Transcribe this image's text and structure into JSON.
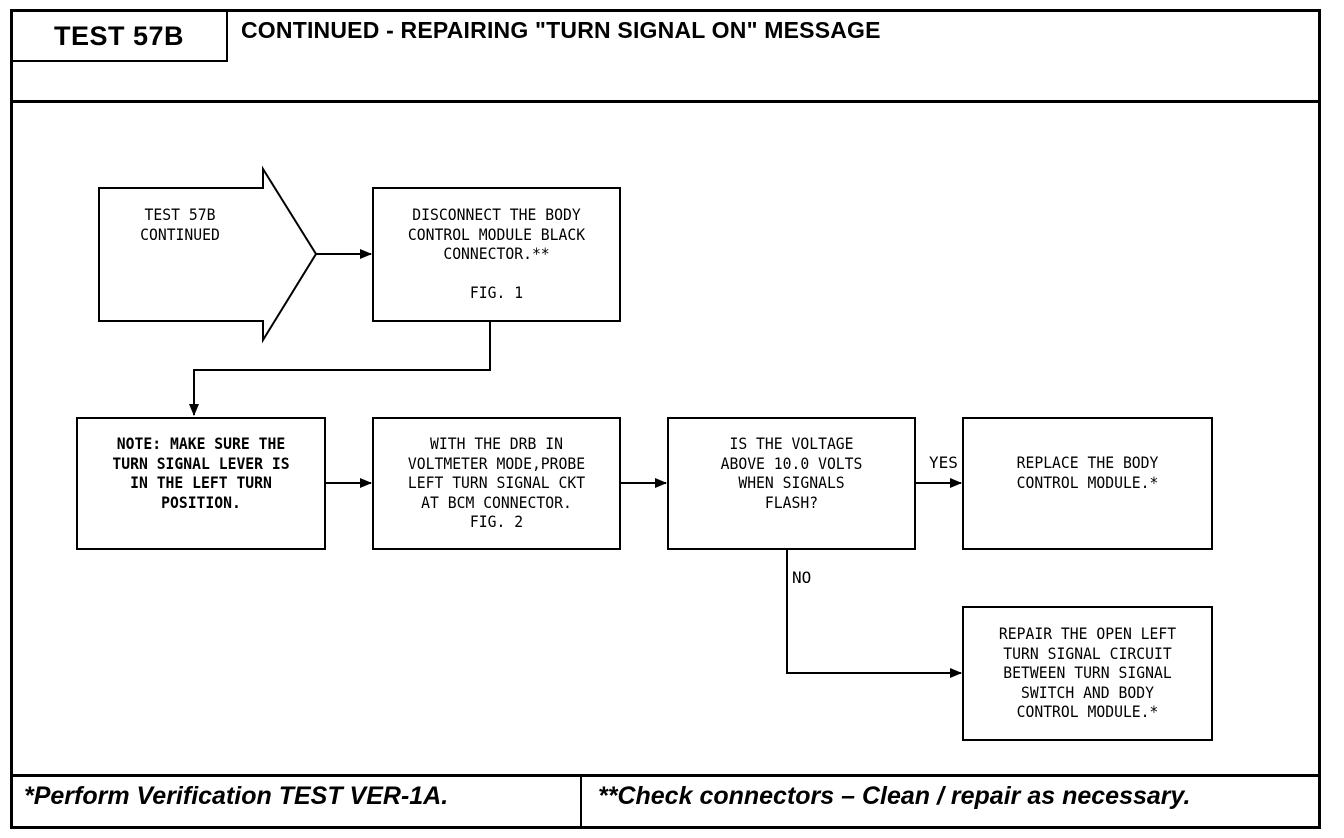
{
  "header": {
    "test_id": "TEST 57B",
    "title": "CONTINUED - REPAIRING \"TURN SIGNAL ON\" MESSAGE"
  },
  "flow": {
    "start": "TEST 57B\nCONTINUED",
    "step_disconnect": "DISCONNECT THE BODY\nCONTROL MODULE BLACK\nCONNECTOR.**\n\nFIG. 1",
    "step_note": "NOTE: MAKE SURE THE\nTURN SIGNAL LEVER IS\nIN THE LEFT TURN\nPOSITION.",
    "step_probe": "WITH THE DRB IN\nVOLTMETER MODE,PROBE\nLEFT TURN SIGNAL CKT\nAT BCM CONNECTOR.\nFIG. 2",
    "decision_voltage": "IS THE VOLTAGE\nABOVE 10.0 VOLTS\nWHEN SIGNALS\nFLASH?",
    "result_replace": "REPLACE THE BODY\nCONTROL MODULE.*",
    "result_repair": "REPAIR THE OPEN LEFT\nTURN SIGNAL CIRCUIT\nBETWEEN TURN SIGNAL\nSWITCH AND BODY\nCONTROL MODULE.*",
    "yes_label": "YES",
    "no_label": "NO"
  },
  "footer": {
    "left_note": "*Perform Verification TEST VER-1A.",
    "right_note": "**Check connectors – Clean / repair as necessary."
  }
}
